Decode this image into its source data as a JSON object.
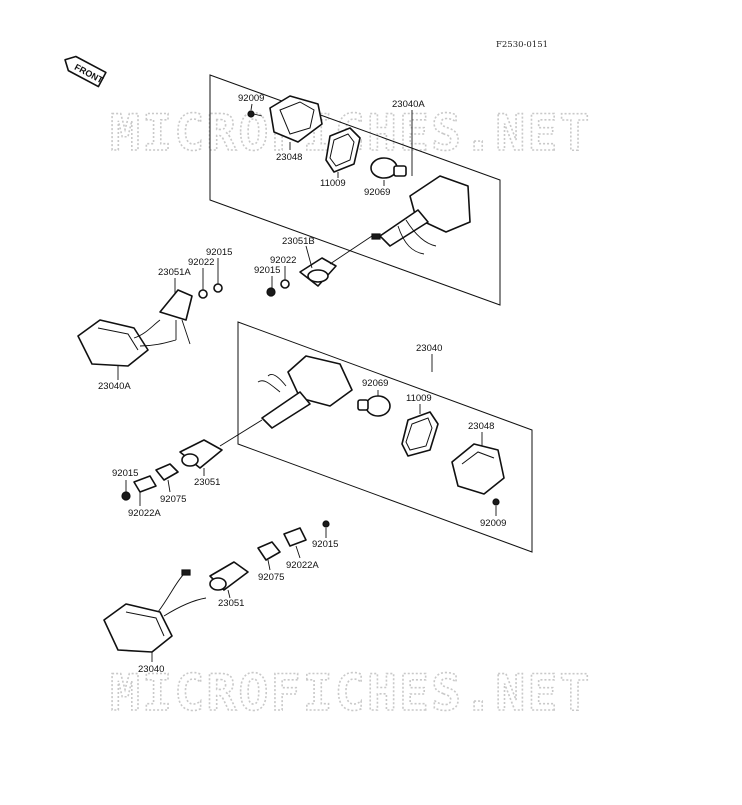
{
  "diagram": {
    "ref_code": "F2530-0151",
    "direction_tag": "FRONT",
    "watermark_top": "MICROFICHES.NET",
    "watermark_bottom": "MICROFICHES.NET",
    "callouts": {
      "p92009_top": "92009",
      "p23040A_top": "23040A",
      "p23048_top": "23048",
      "p11009_top": "11009",
      "p92069_top": "92069",
      "p23051B": "23051B",
      "p92022_mid": "92022",
      "p92015_mid": "92015",
      "p92015_left": "92015",
      "p92022_left": "92022",
      "p23051A": "23051A",
      "p23040A_left": "23040A",
      "p23040_mid": "23040",
      "p92069_mid": "92069",
      "p11009_mid": "11009",
      "p23048_mid": "23048",
      "p92009_mid": "92009",
      "p92015_lower_left": "92015",
      "p92022A_lower_left": "92022A",
      "p92075_lower_left": "92075",
      "p23051_lower_left": "23051",
      "p92015_lower_right": "92015",
      "p92022A_lower_right": "92022A",
      "p92075_lower_right": "92075",
      "p23051_bottom": "23051",
      "p23040_bottom": "23040"
    }
  }
}
